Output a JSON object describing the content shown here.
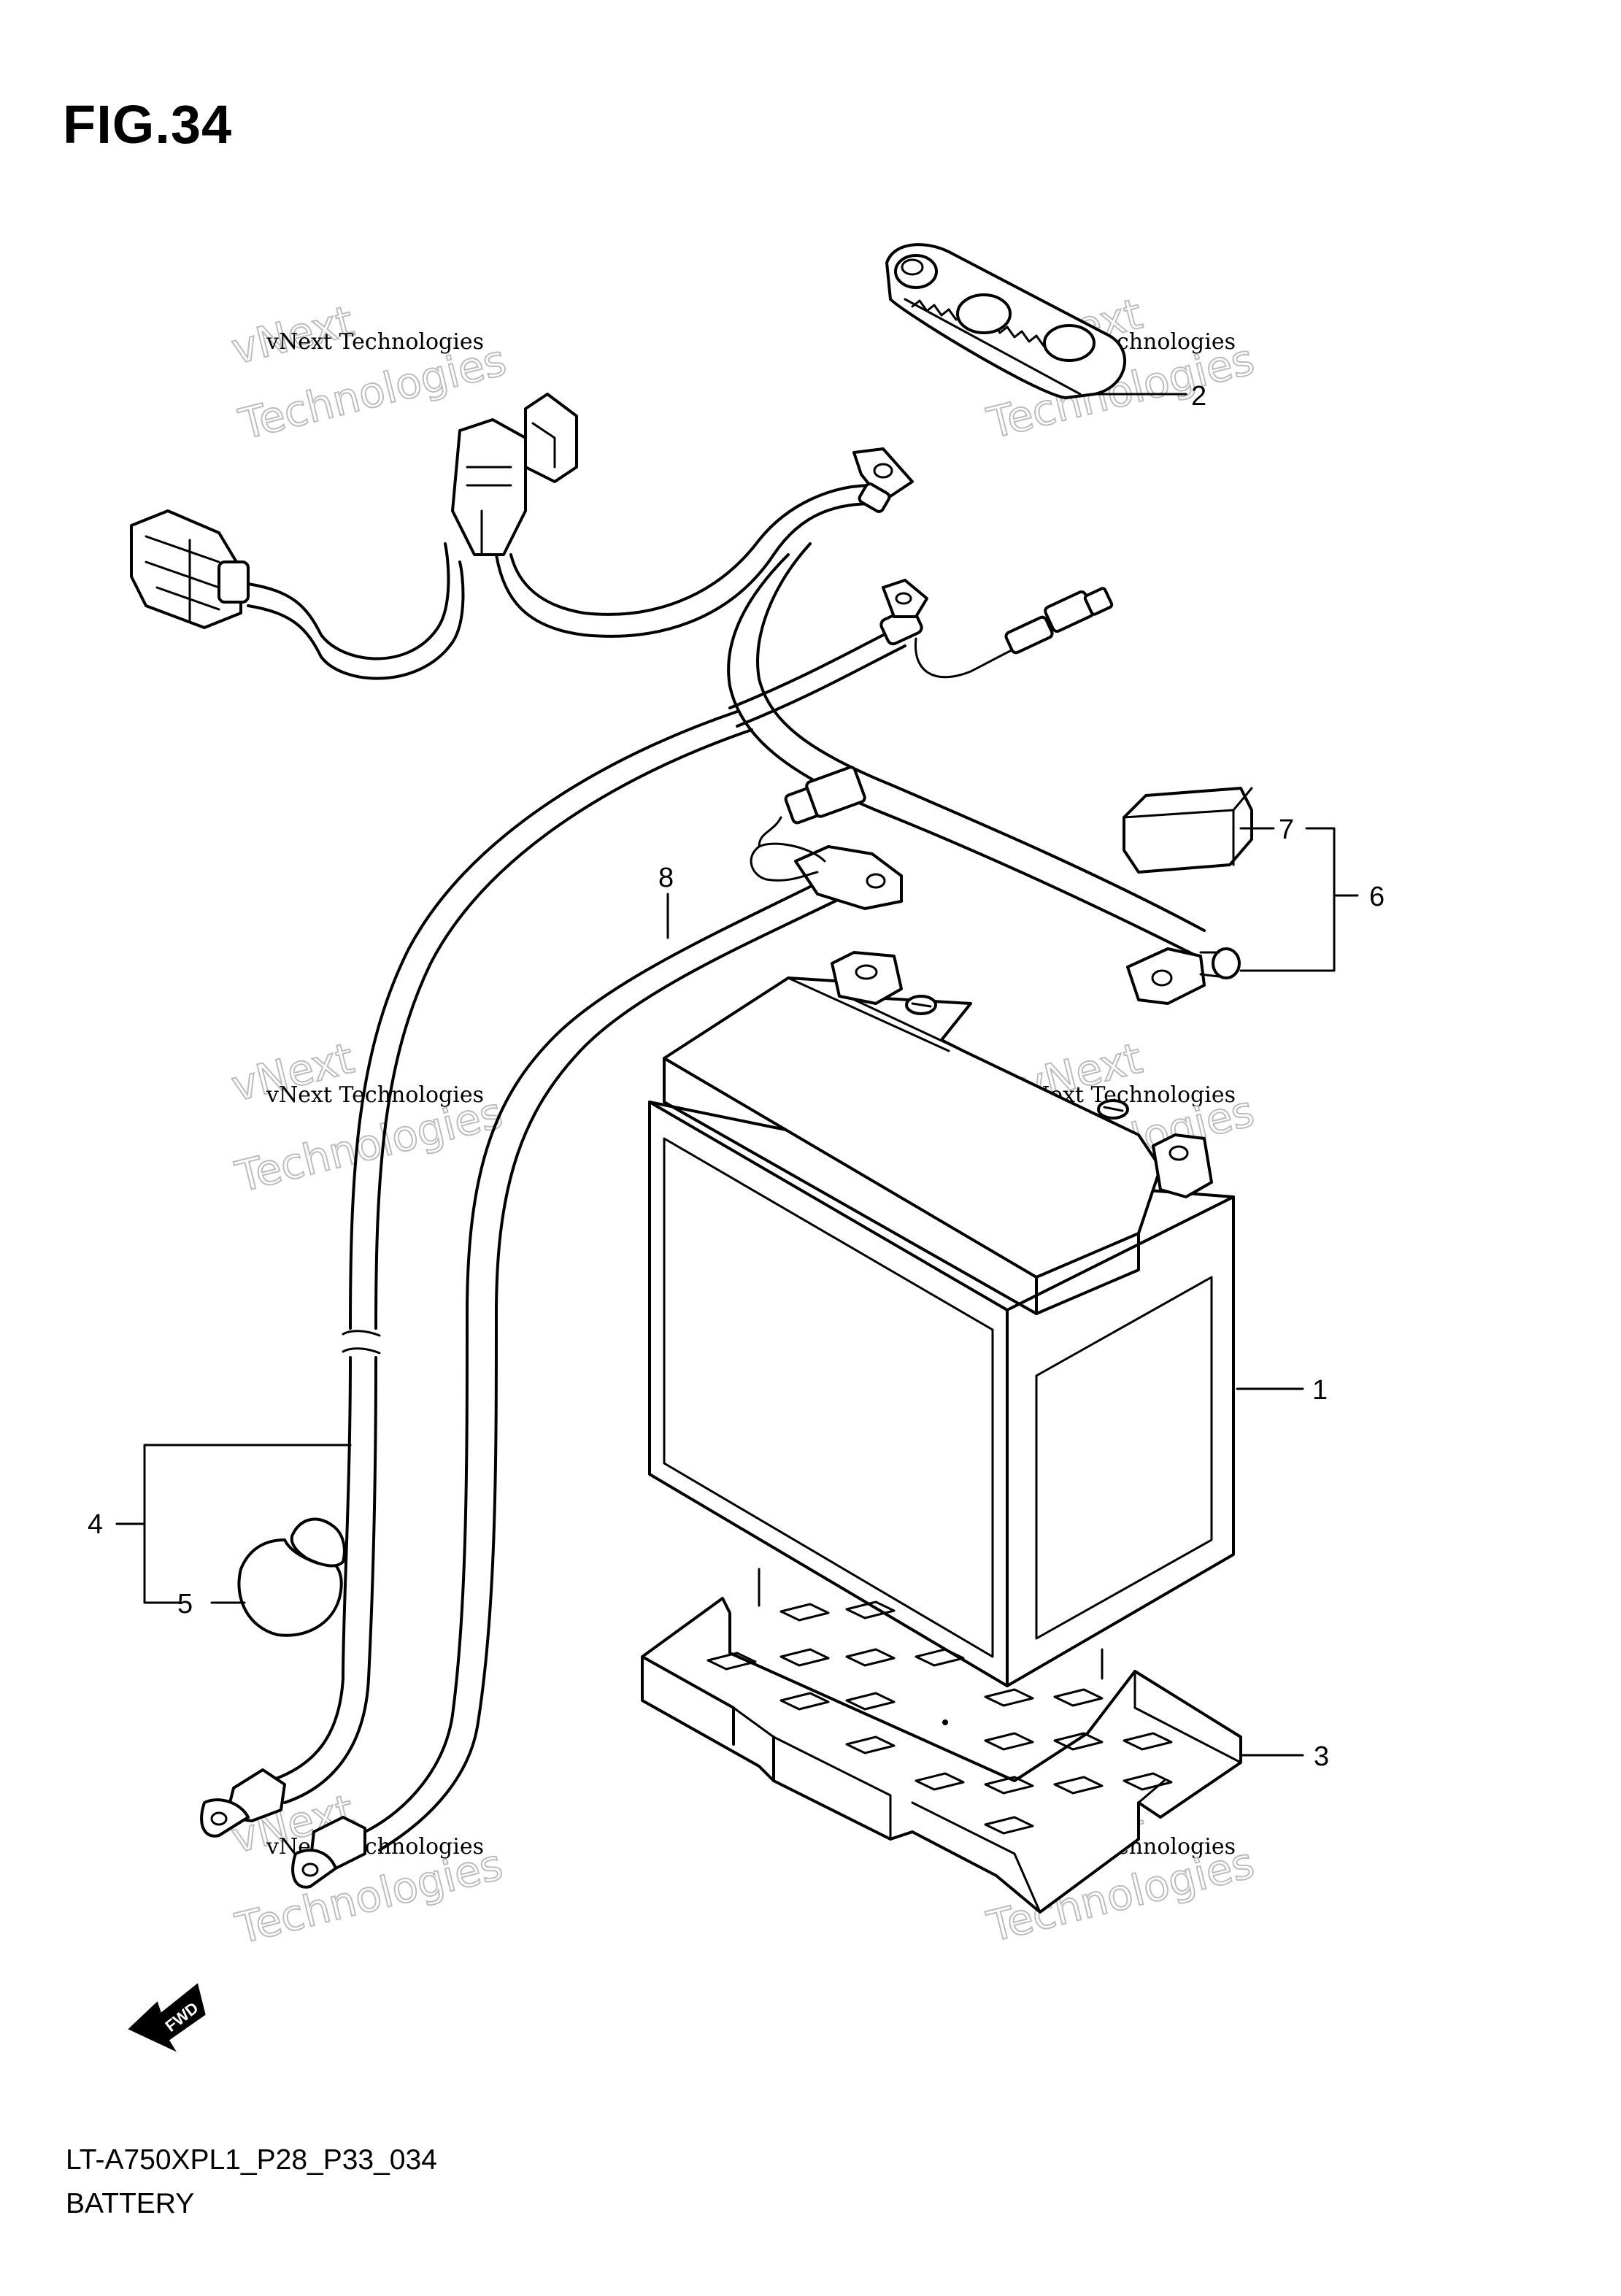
{
  "figure": {
    "title": "FIG.34",
    "code": "LT-A750XPL1_P28_P33_034",
    "name": "BATTERY"
  },
  "callouts": [
    {
      "id": "1",
      "text": "1"
    },
    {
      "id": "2",
      "text": "2"
    },
    {
      "id": "3",
      "text": "3"
    },
    {
      "id": "4",
      "text": "4"
    },
    {
      "id": "5",
      "text": "5"
    },
    {
      "id": "6",
      "text": "6"
    },
    {
      "id": "7",
      "text": "7"
    },
    {
      "id": "8",
      "text": "8"
    }
  ],
  "watermark": {
    "brand": "vNext",
    "line": "vNext Technologies",
    "outline": "Technologies"
  },
  "fwd_badge": "FWD"
}
